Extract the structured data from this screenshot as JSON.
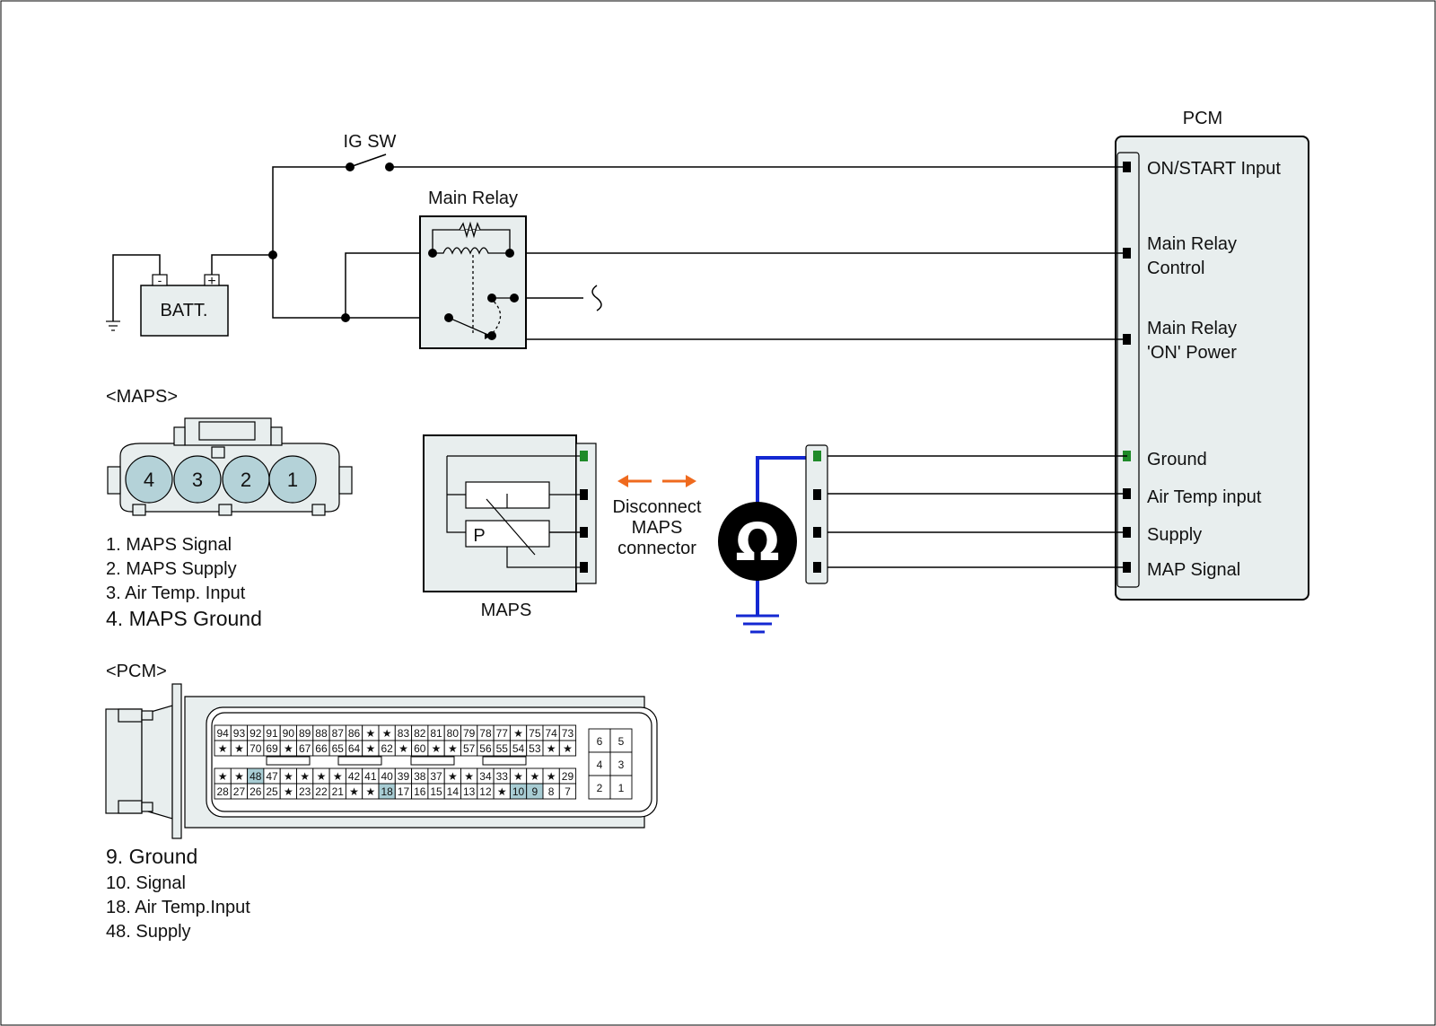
{
  "colors": {
    "green": "#1e8a28",
    "wire_blue": "#1428d2",
    "arrow_orange": "#ef6a1e",
    "fill_grey": "#e8eeee",
    "pin_blue": "#a8cdd4",
    "maps_pin": "#b4d2d8"
  },
  "pcm": {
    "title": "PCM",
    "inputs": [
      {
        "lines": [
          "ON/START  Input"
        ]
      },
      {
        "lines": [
          "Main Relay",
          "Control"
        ]
      },
      {
        "lines": [
          "Main Relay",
          "'ON' Power"
        ]
      },
      {
        "lines": [
          "Ground"
        ],
        "color": "green"
      },
      {
        "lines": [
          "Air Temp input"
        ]
      },
      {
        "lines": [
          "Supply"
        ]
      },
      {
        "lines": [
          "MAP Signal"
        ]
      }
    ]
  },
  "circuit": {
    "ig_sw": "IG SW",
    "main_relay": "Main Relay",
    "battery": {
      "label": "BATT.",
      "neg": "-",
      "pos": "+"
    },
    "maps_label": "MAPS",
    "disconnect": [
      "Disconnect",
      "MAPS",
      "connector"
    ],
    "sensor_p": "P",
    "ohm": "Ω"
  },
  "maps_connector": {
    "title": "<MAPS>",
    "pins": [
      "4",
      "3",
      "2",
      "1"
    ],
    "legend": [
      {
        "text": "1. MAPS Signal"
      },
      {
        "text": "2. MAPS Supply"
      },
      {
        "text": "3. Air Temp. Input"
      },
      {
        "text": "4. MAPS Ground",
        "color": "green"
      }
    ]
  },
  "pcm_connector": {
    "title": "<PCM>",
    "rows": [
      [
        "94",
        "93",
        "92",
        "91",
        "90",
        "89",
        "88",
        "87",
        "86",
        "★",
        "★",
        "83",
        "82",
        "81",
        "80",
        "79",
        "78",
        "77",
        "★",
        "75",
        "74",
        "73"
      ],
      [
        "★",
        "★",
        "70",
        "69",
        "★",
        "67",
        "66",
        "65",
        "64",
        "★",
        "62",
        "★",
        "60",
        "★",
        "★",
        "57",
        "56",
        "55",
        "54",
        "53",
        "★",
        "★"
      ],
      [
        "★",
        "★",
        "48",
        "47",
        "★",
        "★",
        "★",
        "★",
        "42",
        "41",
        "40",
        "39",
        "38",
        "37",
        "★",
        "★",
        "34",
        "33",
        "★",
        "★",
        "★",
        "29"
      ],
      [
        "28",
        "27",
        "26",
        "25",
        "★",
        "23",
        "22",
        "21",
        "★",
        "★",
        "18",
        "17",
        "16",
        "15",
        "14",
        "13",
        "12",
        "★",
        "10",
        "9",
        "8",
        "7"
      ]
    ],
    "highlight": [
      "48",
      "18",
      "10",
      "9"
    ],
    "side_block": [
      [
        "6",
        "5"
      ],
      [
        "4",
        "3"
      ],
      [
        "2",
        "1"
      ]
    ],
    "legend": [
      {
        "text": "9. Ground",
        "color": "green"
      },
      {
        "text": "10. Signal"
      },
      {
        "text": "18. Air Temp.Input"
      },
      {
        "text": "48. Supply"
      }
    ]
  }
}
